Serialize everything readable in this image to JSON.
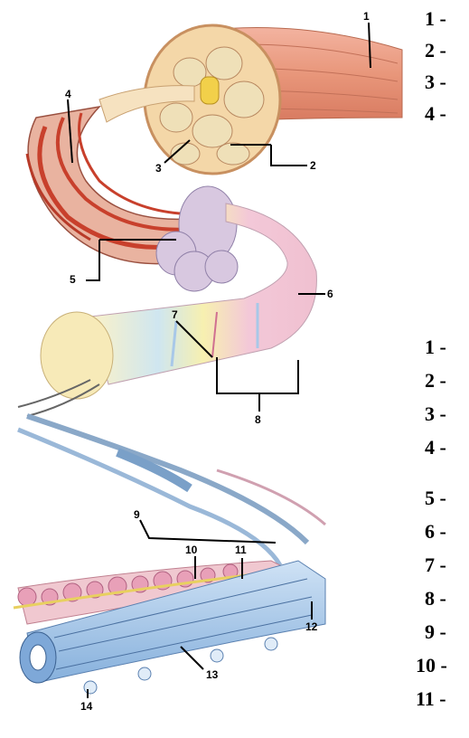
{
  "diagram": {
    "callouts": [
      "1",
      "2",
      "3",
      "4",
      "5",
      "6",
      "7",
      "8",
      "9",
      "10",
      "11",
      "12",
      "13",
      "14"
    ]
  },
  "answer_list_top": [
    "1 -",
    "2 -",
    "3 -",
    "4 -"
  ],
  "answer_list_bottom": [
    "1 -",
    "2 -",
    "3 -",
    "4 -",
    "5 -",
    "6 -",
    "7 -",
    "8 -",
    "9 -",
    "10 -",
    "11 -"
  ],
  "colors": {
    "muscle": "#e8967a",
    "vessel": "#c8402c",
    "fiber": "#f1e6a8",
    "myofibril": "#a8c8e8",
    "sarcoplasmic": "#e8a0b8"
  }
}
